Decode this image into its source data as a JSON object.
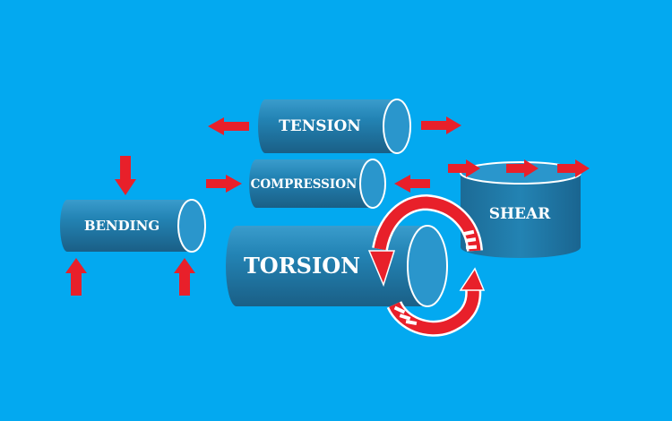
{
  "labels": {
    "tension": "TENSION",
    "compression": "COMPRESSION",
    "bending": "BENDING",
    "torsion": "TORSION",
    "shear": "SHEAR"
  },
  "colors": {
    "background": "#03a9f0",
    "cylinder_body": "#2180b0",
    "cylinder_dark": "#1a5f86",
    "cylinder_end": "#2a96cc",
    "arrow": "#e8202a"
  }
}
